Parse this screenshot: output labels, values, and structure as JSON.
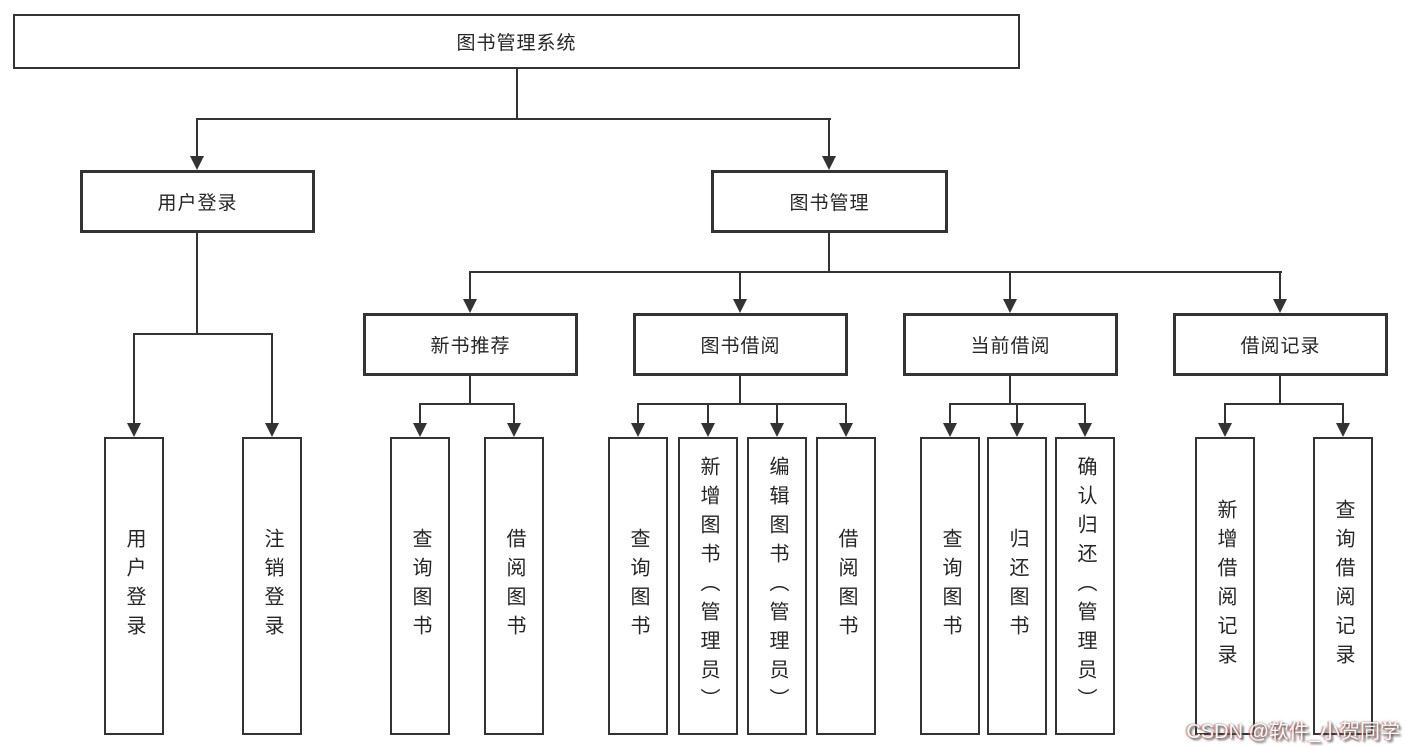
{
  "tree": {
    "root": {
      "label": "图书管理系统"
    },
    "branches": [
      {
        "label": "用户登录",
        "leaves": [
          "用户登录",
          "注销登录"
        ]
      },
      {
        "label": "图书管理",
        "groups": [
          {
            "label": "新书推荐",
            "leaves": [
              "查询图书",
              "借阅图书"
            ]
          },
          {
            "label": "图书借阅",
            "leaves": [
              "查询图书",
              "新增图书（管理员）",
              "编辑图书（管理员）",
              "借阅图书"
            ]
          },
          {
            "label": "当前借阅",
            "leaves": [
              "查询图书",
              "归还图书",
              "确认归还（管理员）"
            ]
          },
          {
            "label": "借阅记录",
            "leaves": [
              "新增借阅记录",
              "查询借阅记录"
            ]
          }
        ]
      }
    ]
  },
  "watermark": {
    "text": "CSDN @软件_小贺同学"
  },
  "colors": {
    "line": "#333333",
    "text": "#262626",
    "background": "#ffffff"
  }
}
